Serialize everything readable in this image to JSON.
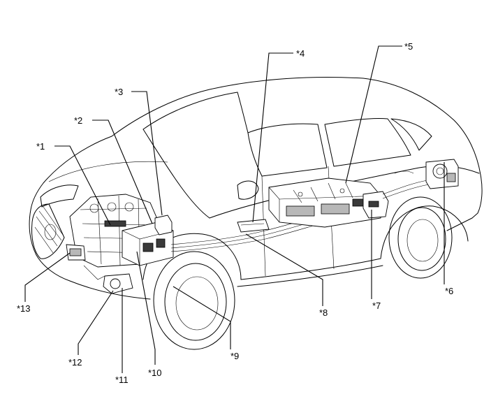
{
  "callouts": [
    {
      "id": "1",
      "label": "*1"
    },
    {
      "id": "2",
      "label": "*2"
    },
    {
      "id": "3",
      "label": "*3"
    },
    {
      "id": "4",
      "label": "*4"
    },
    {
      "id": "5",
      "label": "*5"
    },
    {
      "id": "6",
      "label": "*6"
    },
    {
      "id": "7",
      "label": "*7"
    },
    {
      "id": "8",
      "label": "*8"
    },
    {
      "id": "9",
      "label": "*9"
    },
    {
      "id": "10",
      "label": "*10"
    },
    {
      "id": "11",
      "label": "*11"
    },
    {
      "id": "12",
      "label": "*12"
    },
    {
      "id": "13",
      "label": "*13"
    }
  ],
  "colors": {
    "line": "#000000",
    "background": "#ffffff"
  }
}
